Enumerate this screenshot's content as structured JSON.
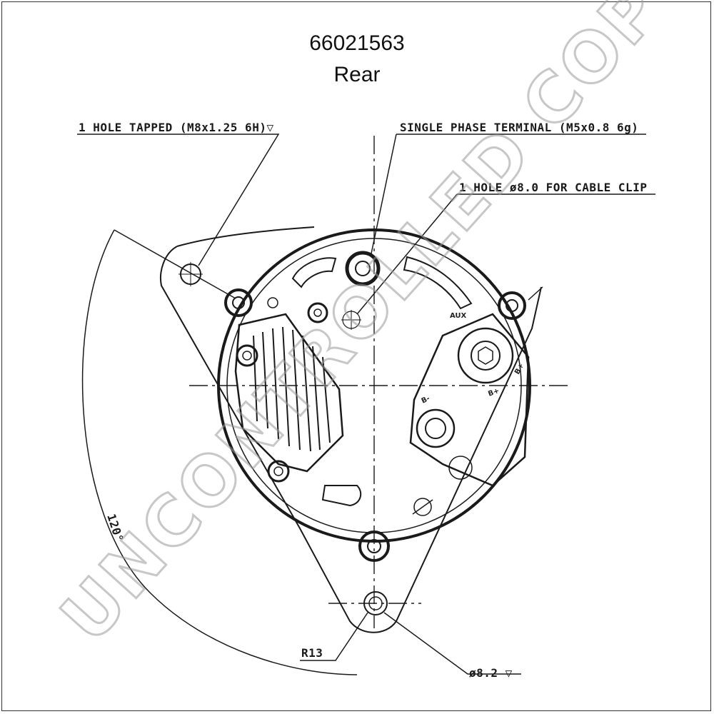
{
  "header": {
    "part_number": "66021563",
    "view": "Rear"
  },
  "callouts": {
    "hole_tapped": "1 HOLE TAPPED (M8x1.25 6H)▽",
    "single_phase_terminal": "SINGLE PHASE TERMINAL (M5x0.8 6g)",
    "cable_clip_hole": "1 HOLE ø8.0 FOR CABLE CLIP",
    "radius": "R13",
    "mount_hole": "ø8.2 ▽",
    "angle": "120°"
  },
  "terminal_labels": {
    "aux": "AUX",
    "b_plus_side": "B+",
    "b_minus": "B-",
    "b_plus": "B+"
  },
  "watermark": "UNCONTROLLED COPY"
}
